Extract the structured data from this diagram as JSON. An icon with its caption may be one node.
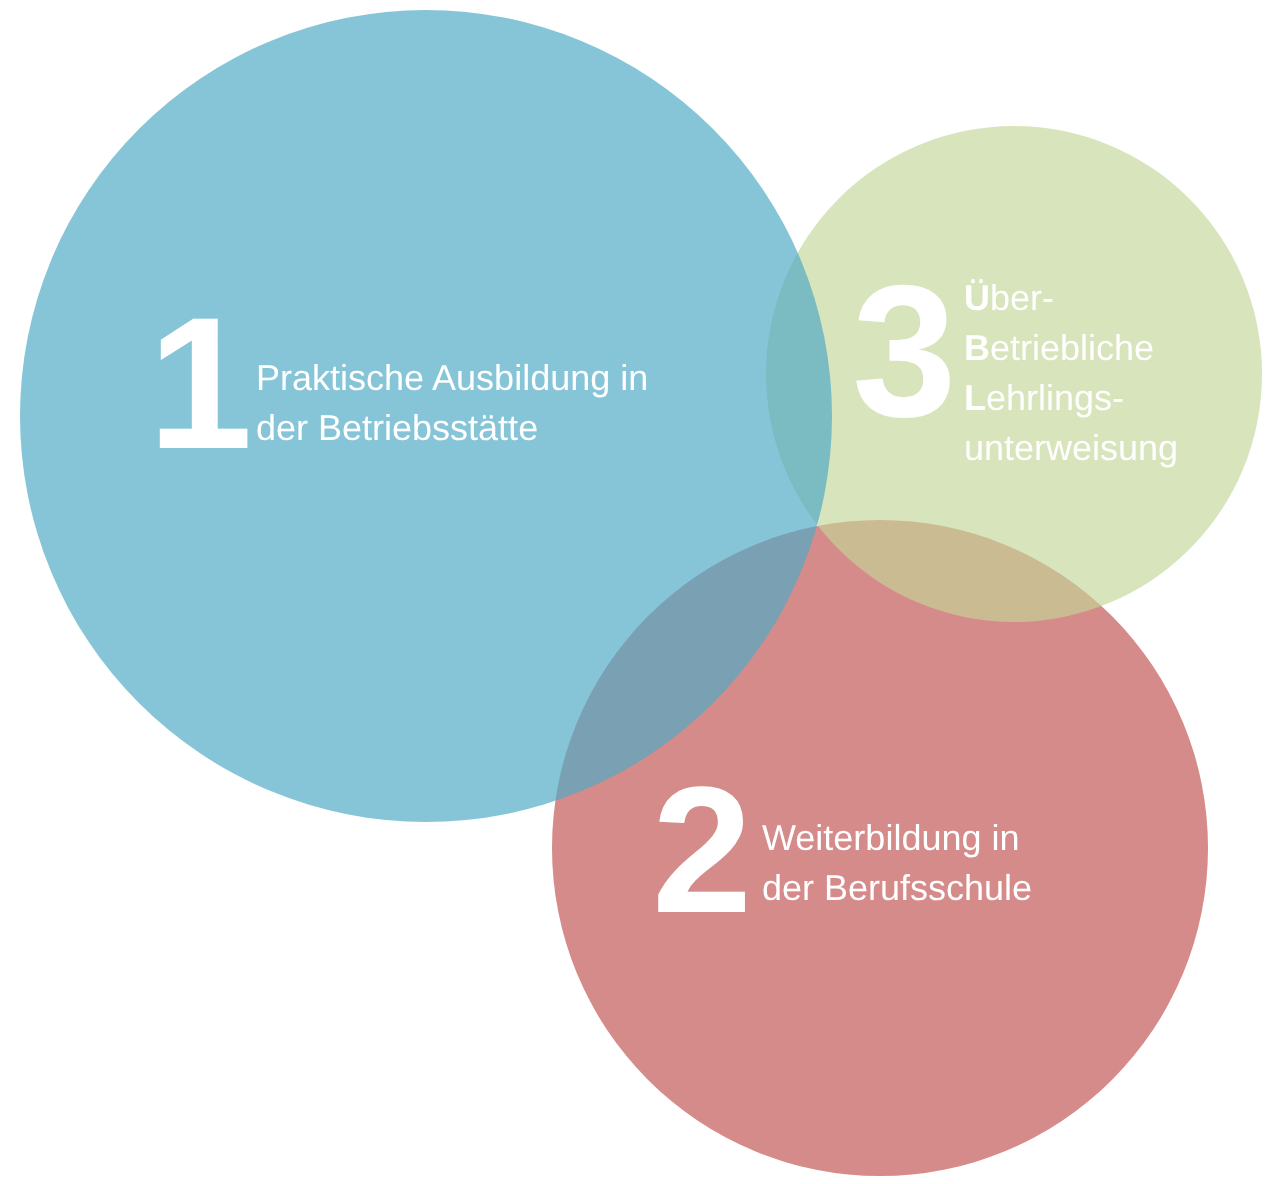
{
  "diagram": {
    "nodes": [
      {
        "text": [
          "1",
          "Praktische Ausbildung in der Betriebsstätte"
        ]
      },
      {
        "text": [
          "2",
          "Weiterbildung in der Berufsschule"
        ]
      },
      {
        "text": [
          "3",
          "**Ü**ber- **B**etriebliche **L**ehrlings- unterweisung"
        ]
      }
    ]
  }
}
